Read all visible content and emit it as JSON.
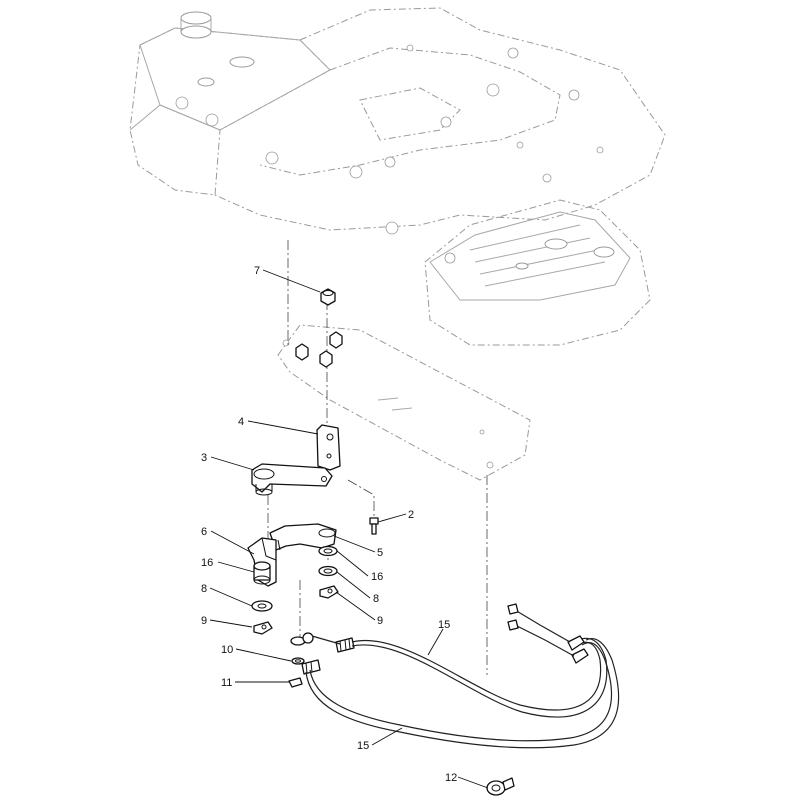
{
  "callouts": {
    "c1": "7",
    "c2": "4",
    "c3": "3",
    "c4": "2",
    "c5": "5",
    "c6": "6",
    "c7": "16",
    "c8": "16",
    "c9": "8",
    "c10": "8",
    "c11": "9",
    "c12": "9",
    "c13": "10",
    "c14": "11",
    "c15": "15",
    "c16": "15",
    "c17": "12"
  },
  "colors": {
    "line": "#111111",
    "ghost": "#9a9a9a",
    "background": "#ffffff"
  }
}
